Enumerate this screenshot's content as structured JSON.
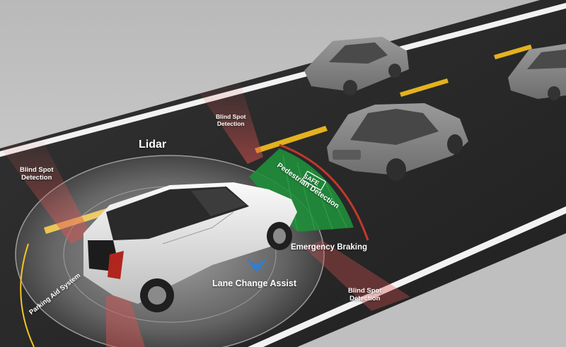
{
  "labels": {
    "lidar": "Lidar",
    "blind_spot_left": "Blind Spot\nDetection",
    "blind_spot_top": "Blind Spot\nDetection",
    "blind_spot_bottom": "Blind Spot\nDetection",
    "pedestrian_detection": "Pedestrian Detection",
    "safe_badge": "SAFE",
    "emergency_braking": "Emergency Braking",
    "lane_change_assist": "Lane Change Assist",
    "parking_aid": "Parking Aid System"
  },
  "colors": {
    "road": "#2a2a2a",
    "lane_yellow": "#e3b21f",
    "edge_white": "#f2f2f2",
    "zone_red": "#d9534f",
    "zone_green": "#1f8f3a",
    "arc_red": "#c0392b",
    "arc_yellow": "#f3c623",
    "signal_blue": "#2f7fd6"
  }
}
